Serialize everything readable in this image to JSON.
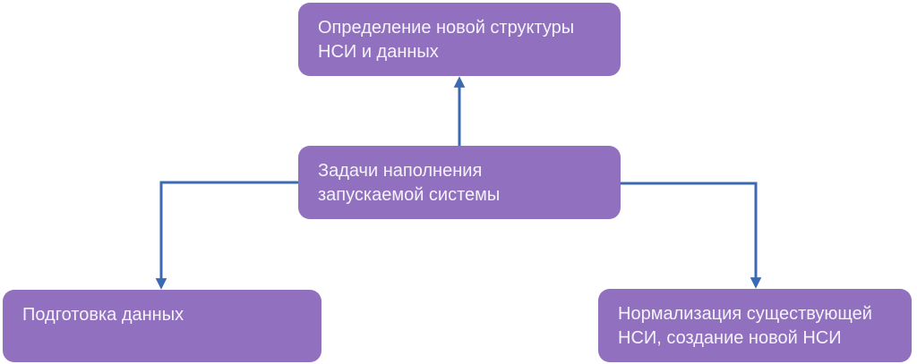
{
  "diagram": {
    "colors": {
      "background": "#ffffff",
      "node_fill": "#9070BF",
      "node_text": "#F5F2FA",
      "arrow": "#3C6AB2"
    },
    "nodes": [
      {
        "id": "define-structure",
        "label": "Определение новой структуры НСИ и данных",
        "lines": [
          "Определение новой структуры",
          "НСИ и данных"
        ]
      },
      {
        "id": "fill-tasks",
        "label": "Задачи наполнения запускаемой системы",
        "lines": [
          "Задачи наполнения",
          "запускаемой системы"
        ]
      },
      {
        "id": "prepare-data",
        "label": "Подготовка данных",
        "lines": [
          "Подготовка данных"
        ]
      },
      {
        "id": "normalize-nsi",
        "label": "Нормализация существующей НСИ, создание новой НСИ",
        "lines": [
          "Нормализация существующей",
          "НСИ, создание новой НСИ"
        ]
      }
    ],
    "edges": [
      {
        "from": "fill-tasks",
        "to": "define-structure",
        "direction": "up"
      },
      {
        "from": "fill-tasks",
        "to": "prepare-data",
        "direction": "down-left"
      },
      {
        "from": "fill-tasks",
        "to": "normalize-nsi",
        "direction": "down-right"
      }
    ]
  }
}
